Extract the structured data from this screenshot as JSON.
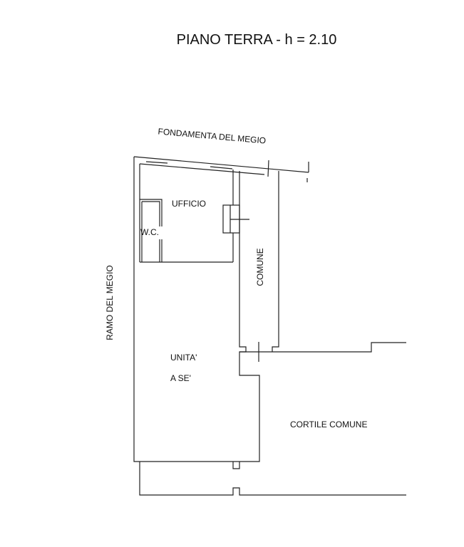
{
  "title": "PIANO TERRA - h = 2.10",
  "labels": {
    "street_top": "FONDAMENTA DEL MEGIO",
    "street_left": "RAMO DEL MEGIO",
    "ufficio": "UFFICIO",
    "wc": "W.C.",
    "comune": "COMUNE",
    "unita_line1": "UNITA'",
    "unita_line2": "A SE'",
    "cortile": "CORTILE COMUNE"
  }
}
